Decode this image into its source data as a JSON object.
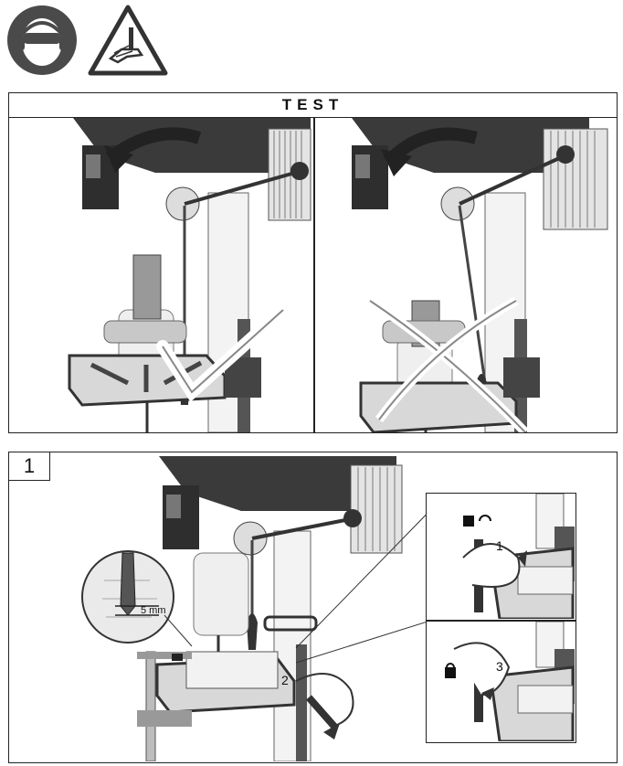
{
  "icons": {
    "eye_ear_protection": "eye-and-ear-protection-icon",
    "hand_warning": "hand-injury-warning-icon"
  },
  "test": {
    "title": "TEST"
  },
  "step": {
    "number": "1",
    "measure": "5 mm",
    "label_1": "1",
    "label_2": "2",
    "label_3": "3"
  },
  "colors": {
    "dark": "#2e2e2e",
    "mid": "#8a8a8a",
    "light": "#d8d8d8"
  }
}
